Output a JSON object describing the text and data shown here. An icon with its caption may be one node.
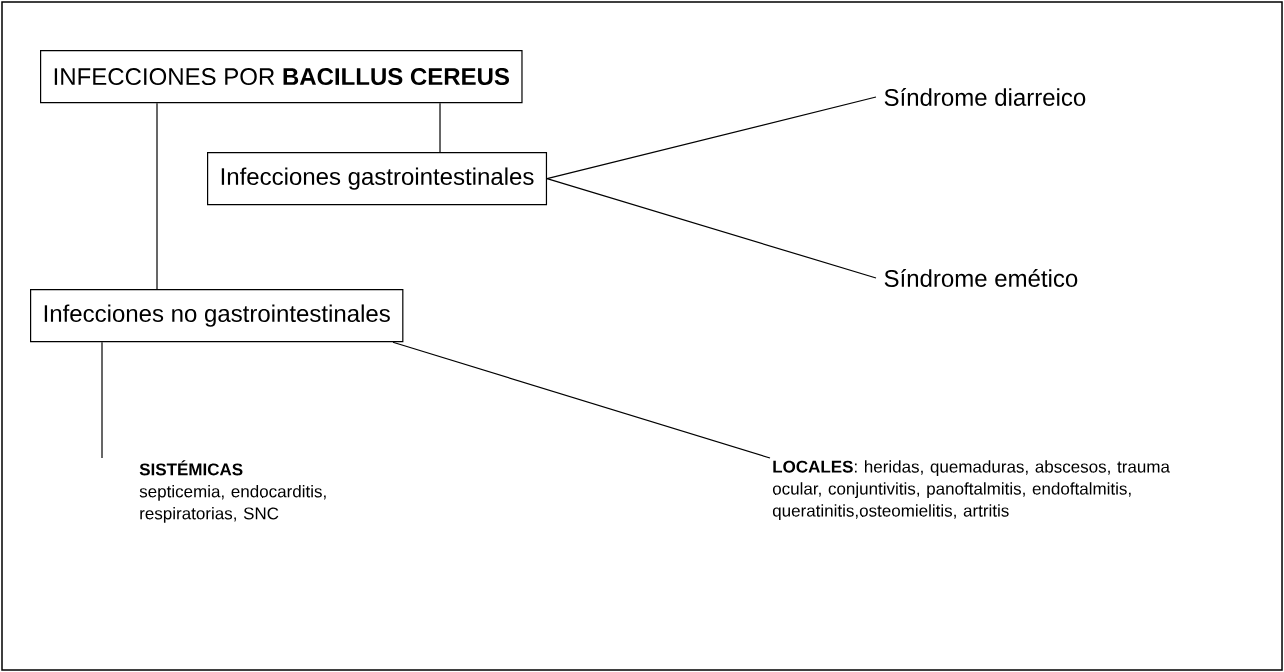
{
  "diagram": {
    "nodes": [
      {
        "text": [
          "INFECCIONES POR **BACILLUS CEREUS**"
        ]
      },
      {
        "text": [
          "Infecciones gastrointestinales"
        ]
      },
      {
        "text": [
          "Síndrome diarreico"
        ]
      },
      {
        "text": [
          "Síndrome emético"
        ]
      },
      {
        "text": [
          "Infecciones no gastrointestinales"
        ]
      },
      {
        "text": [
          "SISTÉMICAS",
          "septicemia, endocarditis, respiratorias, SNC"
        ]
      },
      {
        "text": [
          "**LOCALES**: heridas, quemaduras, abscesos, trauma ocular, conjuntivitis, panoftalmitis, endoftalmitis, queratinitis,osteomielitis, artritis"
        ]
      }
    ],
    "edges": [
      {
        "from": 0,
        "to": 1,
        "arrow": "none"
      },
      {
        "from": 0,
        "to": 4,
        "arrow": "none"
      },
      {
        "from": 1,
        "to": 2,
        "arrow": "none"
      },
      {
        "from": 1,
        "to": 3,
        "arrow": "none"
      },
      {
        "from": 4,
        "to": 5,
        "arrow": "none"
      },
      {
        "from": 4,
        "to": 6,
        "arrow": "none"
      }
    ]
  }
}
